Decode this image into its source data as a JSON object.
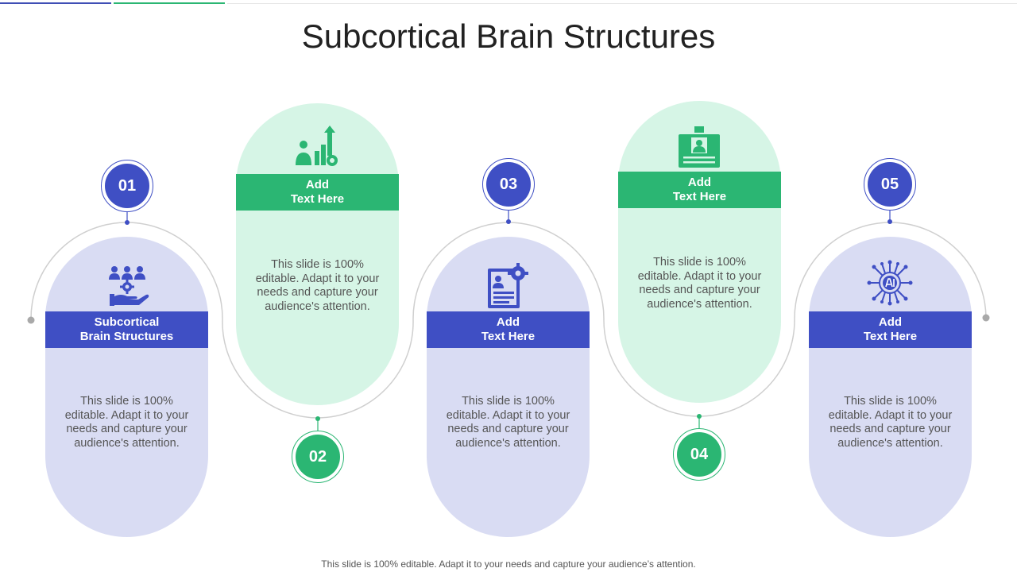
{
  "title": "Subcortical Brain Structures",
  "footer": "This slide is 100% editable. Adapt it to your needs and capture your audience’s attention.",
  "colors": {
    "blue": "#3f4fc4",
    "green": "#2bb673",
    "light_blue": "#d9dcf3",
    "light_green": "#d6f5e6"
  },
  "steps": [
    {
      "number": "01",
      "heading_line1": "Subcortical",
      "heading_line2": "Brain Structures",
      "text": "This slide is 100% editable. Adapt it to your needs and capture your audience's attention.",
      "icon": "hand-team-gear-icon",
      "theme": "blue"
    },
    {
      "number": "02",
      "heading_line1": "Add",
      "heading_line2": "Text Here",
      "text": "This slide is 100% editable. Adapt it to your needs and capture your audience's attention.",
      "icon": "growth-chart-person-icon",
      "theme": "green"
    },
    {
      "number": "03",
      "heading_line1": "Add",
      "heading_line2": "Text Here",
      "text": "This slide is 100% editable. Adapt it to your needs and capture your audience's attention.",
      "icon": "document-gear-icon",
      "theme": "blue"
    },
    {
      "number": "04",
      "heading_line1": "Add",
      "heading_line2": "Text Here",
      "text": "This slide is 100% editable. Adapt it to your needs and capture your audience's attention.",
      "icon": "id-badge-icon",
      "theme": "green"
    },
    {
      "number": "05",
      "heading_line1": "Add",
      "heading_line2": "Text Here",
      "text": "This slide is 100% editable. Adapt it to your needs and capture your audience's attention.",
      "icon": "ai-chip-icon",
      "theme": "blue"
    }
  ]
}
